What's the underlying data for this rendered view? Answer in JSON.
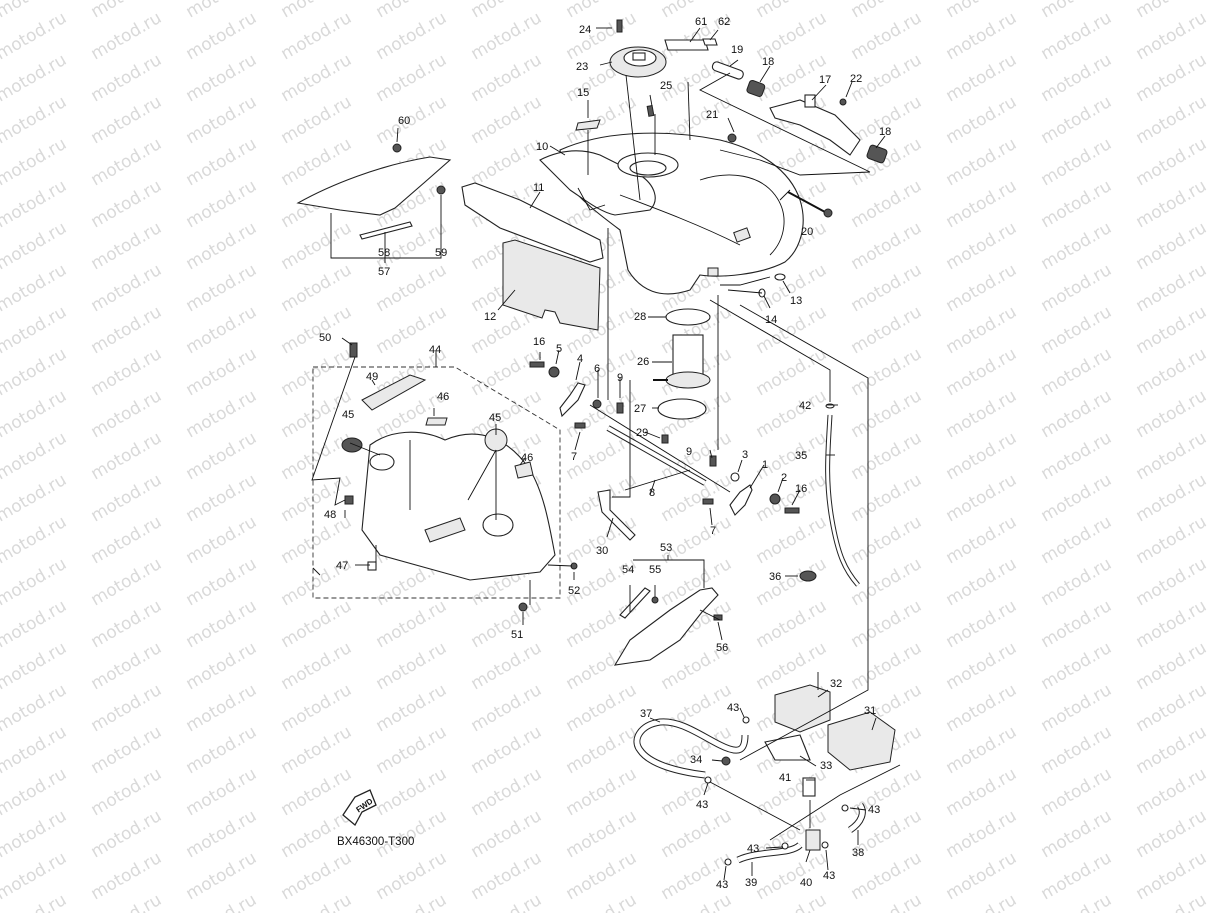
{
  "diagram": {
    "title_code": "BX46300-T300",
    "direction_badge": "FWD",
    "watermark": "motod.ru",
    "colors": {
      "line": "#111111",
      "watermark": "#d9d9d9",
      "background": "#ffffff"
    },
    "labels": [
      {
        "id": "l1",
        "text": "1"
      },
      {
        "id": "l2",
        "text": "2"
      },
      {
        "id": "l3",
        "text": "3"
      },
      {
        "id": "l4",
        "text": "4"
      },
      {
        "id": "l5",
        "text": "5"
      },
      {
        "id": "l6",
        "text": "6"
      },
      {
        "id": "l7a",
        "text": "7"
      },
      {
        "id": "l7b",
        "text": "7"
      },
      {
        "id": "l8",
        "text": "8"
      },
      {
        "id": "l9a",
        "text": "9"
      },
      {
        "id": "l9b",
        "text": "9"
      },
      {
        "id": "l10",
        "text": "10"
      },
      {
        "id": "l11",
        "text": "11"
      },
      {
        "id": "l12",
        "text": "12"
      },
      {
        "id": "l13",
        "text": "13"
      },
      {
        "id": "l14",
        "text": "14"
      },
      {
        "id": "l15",
        "text": "15"
      },
      {
        "id": "l16a",
        "text": "16"
      },
      {
        "id": "l16b",
        "text": "16"
      },
      {
        "id": "l17",
        "text": "17"
      },
      {
        "id": "l18a",
        "text": "18"
      },
      {
        "id": "l18b",
        "text": "18"
      },
      {
        "id": "l19",
        "text": "19"
      },
      {
        "id": "l20",
        "text": "20"
      },
      {
        "id": "l21",
        "text": "21"
      },
      {
        "id": "l22",
        "text": "22"
      },
      {
        "id": "l23",
        "text": "23"
      },
      {
        "id": "l24",
        "text": "24"
      },
      {
        "id": "l25",
        "text": "25"
      },
      {
        "id": "l26",
        "text": "26"
      },
      {
        "id": "l27",
        "text": "27"
      },
      {
        "id": "l28",
        "text": "28"
      },
      {
        "id": "l29",
        "text": "29"
      },
      {
        "id": "l30",
        "text": "30"
      },
      {
        "id": "l31",
        "text": "31"
      },
      {
        "id": "l32",
        "text": "32"
      },
      {
        "id": "l33",
        "text": "33"
      },
      {
        "id": "l34",
        "text": "34"
      },
      {
        "id": "l35",
        "text": "35"
      },
      {
        "id": "l36",
        "text": "36"
      },
      {
        "id": "l37",
        "text": "37"
      },
      {
        "id": "l38",
        "text": "38"
      },
      {
        "id": "l39",
        "text": "39"
      },
      {
        "id": "l40",
        "text": "40"
      },
      {
        "id": "l41",
        "text": "41"
      },
      {
        "id": "l42",
        "text": "42"
      },
      {
        "id": "l43a",
        "text": "43"
      },
      {
        "id": "l43b",
        "text": "43"
      },
      {
        "id": "l43c",
        "text": "43"
      },
      {
        "id": "l43d",
        "text": "43"
      },
      {
        "id": "l43e",
        "text": "43"
      },
      {
        "id": "l43f",
        "text": "43"
      },
      {
        "id": "l44",
        "text": "44"
      },
      {
        "id": "l45a",
        "text": "45"
      },
      {
        "id": "l45b",
        "text": "45"
      },
      {
        "id": "l46a",
        "text": "46"
      },
      {
        "id": "l46b",
        "text": "46"
      },
      {
        "id": "l47",
        "text": "47"
      },
      {
        "id": "l48",
        "text": "48"
      },
      {
        "id": "l49",
        "text": "49"
      },
      {
        "id": "l50",
        "text": "50"
      },
      {
        "id": "l51",
        "text": "51"
      },
      {
        "id": "l52",
        "text": "52"
      },
      {
        "id": "l53",
        "text": "53"
      },
      {
        "id": "l54",
        "text": "54"
      },
      {
        "id": "l55",
        "text": "55"
      },
      {
        "id": "l56",
        "text": "56"
      },
      {
        "id": "l57",
        "text": "57"
      },
      {
        "id": "l58",
        "text": "58"
      },
      {
        "id": "l59",
        "text": "59"
      },
      {
        "id": "l60",
        "text": "60"
      },
      {
        "id": "l61",
        "text": "61"
      },
      {
        "id": "l62",
        "text": "62"
      }
    ]
  }
}
